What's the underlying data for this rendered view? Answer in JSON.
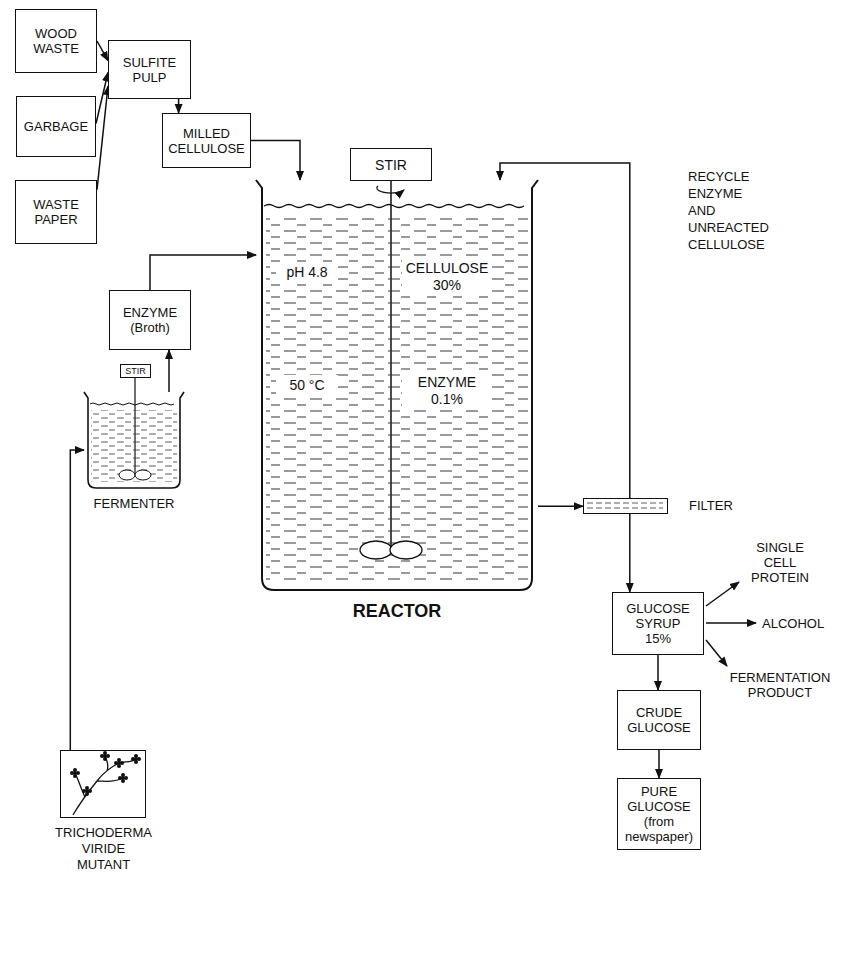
{
  "diagram": {
    "nodes": [
      {
        "text": [
          "WOOD WASTE"
        ]
      },
      {
        "text": [
          "GARBAGE"
        ]
      },
      {
        "text": [
          "WASTE PAPER"
        ]
      },
      {
        "text": [
          "SULFITE PULP"
        ]
      },
      {
        "text": [
          "MILLED CELLULOSE"
        ]
      },
      {
        "text": [
          "STIR"
        ]
      },
      {
        "text": [
          "pH 4.8",
          "CELLULOSE 30%",
          "50 °C",
          "ENZYME 0.1%",
          "REACTOR"
        ]
      },
      {
        "text": [
          "FILTER"
        ]
      },
      {
        "text": [
          "GLUCOSE SYRUP 15%"
        ]
      },
      {
        "text": [
          "CRUDE GLUCOSE"
        ]
      },
      {
        "text": [
          "PURE GLUCOSE (from newspaper)"
        ]
      },
      {
        "text": [
          "ENZYME (Broth)"
        ]
      },
      {
        "text": [
          "STIR"
        ]
      },
      {
        "text": [
          "FERMENTER"
        ]
      },
      {
        "text": [
          "TRICHODERMA VIRIDE MUTANT"
        ]
      }
    ],
    "edges": [
      {
        "from": 0,
        "to": 3,
        "arrow": "to"
      },
      {
        "from": 1,
        "to": 3,
        "arrow": "to"
      },
      {
        "from": 2,
        "to": 3,
        "arrow": "to"
      },
      {
        "from": 3,
        "to": 4,
        "arrow": "to"
      },
      {
        "from": 4,
        "to": 6,
        "arrow": "to"
      },
      {
        "from": 6,
        "to": 7,
        "arrow": "to"
      },
      {
        "from": 7,
        "to": 6,
        "arrow": "to"
      },
      {
        "from": 7,
        "to": 8,
        "arrow": "to"
      },
      {
        "from": 8,
        "to": 9,
        "arrow": "to"
      },
      {
        "from": 9,
        "to": 10,
        "arrow": "to"
      },
      {
        "from": 11,
        "to": 6,
        "arrow": "to"
      },
      {
        "from": 13,
        "to": 11,
        "arrow": "to"
      },
      {
        "from": 14,
        "to": 13,
        "arrow": "to"
      }
    ],
    "labels": [
      "RECYCLE ENZYME AND UNREACTED CELLULOSE",
      "SINGLE CELL PROTEIN",
      "ALCOHOL",
      "FERMENTATION PRODUCT"
    ]
  }
}
